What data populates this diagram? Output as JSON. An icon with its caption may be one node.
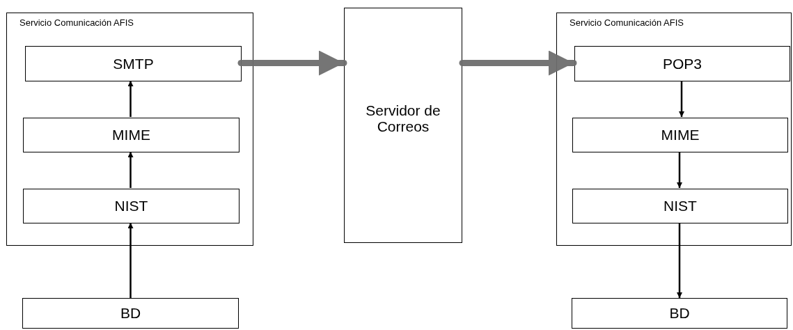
{
  "diagram": {
    "nodes": [
      {
        "text": [
          "Servicio Comunicación AFIS"
        ]
      },
      {
        "text": [
          "SMTP"
        ],
        "in": 0
      },
      {
        "text": [
          "MIME"
        ],
        "in": 0
      },
      {
        "text": [
          "NIST"
        ],
        "in": 0
      },
      {
        "text": [
          "BD"
        ]
      },
      {
        "text": [
          "Servidor de Correos"
        ]
      },
      {
        "text": [
          "Servicio Comunicación AFIS"
        ]
      },
      {
        "text": [
          "POP3"
        ],
        "in": 6
      },
      {
        "text": [
          "MIME"
        ],
        "in": 6
      },
      {
        "text": [
          "NIST"
        ],
        "in": 6
      },
      {
        "text": [
          "BD"
        ]
      }
    ],
    "edges": [
      {
        "from": 4,
        "to": 3,
        "arrow": "to"
      },
      {
        "from": 3,
        "to": 2,
        "arrow": "to"
      },
      {
        "from": 2,
        "to": 1,
        "arrow": "to"
      },
      {
        "from": 1,
        "to": 5,
        "arrow": "to",
        "style": "thick",
        "color": "#6e6e6e"
      },
      {
        "from": 5,
        "to": 7,
        "arrow": "to",
        "style": "thick",
        "color": "#6e6e6e"
      },
      {
        "from": 7,
        "to": 8,
        "arrow": "to"
      },
      {
        "from": 8,
        "to": 9,
        "arrow": "to"
      },
      {
        "from": 9,
        "to": 10,
        "arrow": "to"
      }
    ]
  }
}
